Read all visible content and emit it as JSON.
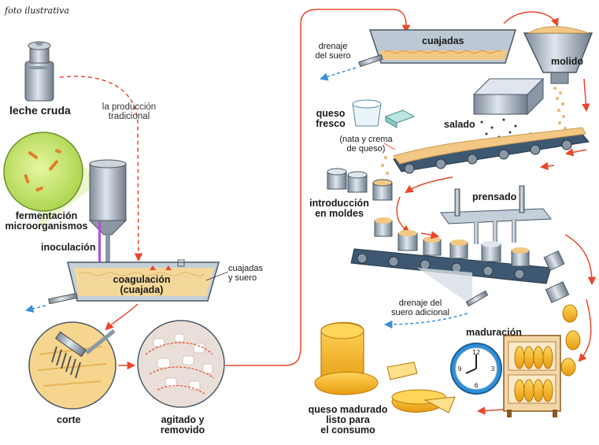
{
  "caption": "foto ilustrativa",
  "labels": {
    "leche_cruda": "leche cruda",
    "produccion_tradicional": "la producción\ntradicional",
    "fermentacion": "fermentación\nmicroorganismos",
    "inoculacion": "inoculación",
    "coagulacion": "coagulación\n(cuajada)",
    "cuajadas_y_suero": "cuajadas\ny suero",
    "corte": "corte",
    "agitado": "agitado y\nremovido",
    "drenaje_suero": "drenaje\ndel suero",
    "cuajadas": "cuajadas",
    "molido": "molido",
    "queso_fresco": "queso\nfresco",
    "nata": "(nata y crema\nde queso)",
    "salado": "salado",
    "introduccion": "introducción\nen moldes",
    "prensado": "prensado",
    "drenaje_adicional": "drenaje del\nsuero adicional",
    "maduracion": "maduración",
    "queso_madurado": "queso madurado\nlisto para\nel consumo"
  },
  "colors": {
    "flow_arrow": "#e8472a",
    "whey_arrow": "#3a8fd8",
    "steel": "#a9b6c4",
    "curd": "#f2c884",
    "cheese": "#f5b21c",
    "green_circle": "#c9e86a",
    "belt": "#3d5870"
  },
  "icons": [
    "milk-can-icon",
    "inoculator-icon",
    "vat-icon",
    "rake-icon",
    "clock-icon",
    "shelf-icon",
    "cheese-wheel-icon",
    "press-icon",
    "hopper-icon",
    "mold-icon"
  ]
}
